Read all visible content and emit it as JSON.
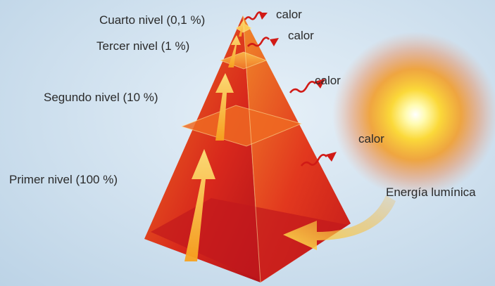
{
  "levels": [
    {
      "label": "Cuarto nivel (0,1 %)"
    },
    {
      "label": "Tercer nivel (1 %)"
    },
    {
      "label": "Segundo nivel (10 %)"
    },
    {
      "label": "Primer nivel (100 %)"
    }
  ],
  "heat_labels": [
    "calor",
    "calor",
    "calor",
    "calor"
  ],
  "light_label": "Energía lumínica",
  "icons": [
    "sun-icon",
    "heat-wave-icon",
    "energy-arrow-icon"
  ],
  "colors": {
    "background": "#d3e3f0",
    "pyramid_dark": "#b8141c",
    "pyramid_mid": "#e03a1e",
    "pyramid_light": "#f59a2a",
    "arrow": "#fbc232",
    "heat_arrow": "#d11a16",
    "sun_core": "#ffffe0",
    "sun_glow": "#f6a21a"
  }
}
